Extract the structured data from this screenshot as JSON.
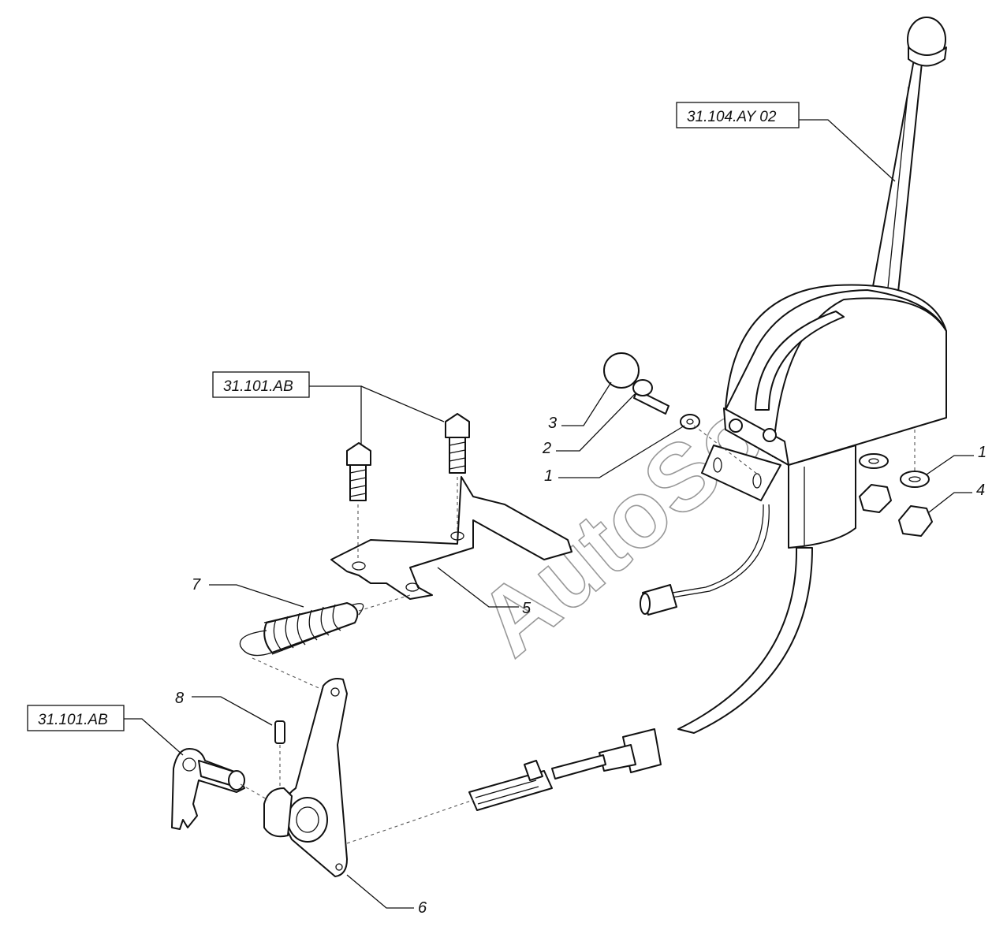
{
  "assembly_refs": {
    "lever_assembly": "31.104.AY 02",
    "bolts_ref": "31.101.AB",
    "pin_ref": "31.101.AB"
  },
  "callouts": {
    "c1_washer_left": "1",
    "c1_washer_right": "1",
    "c2": "2",
    "c3": "3",
    "c4": "4",
    "c5": "5",
    "c6": "6",
    "c7": "7",
    "c8": "8"
  },
  "watermark": "AutoSoft",
  "colors": {
    "line": "#111111",
    "background": "#ffffff",
    "watermark": "#999999"
  }
}
